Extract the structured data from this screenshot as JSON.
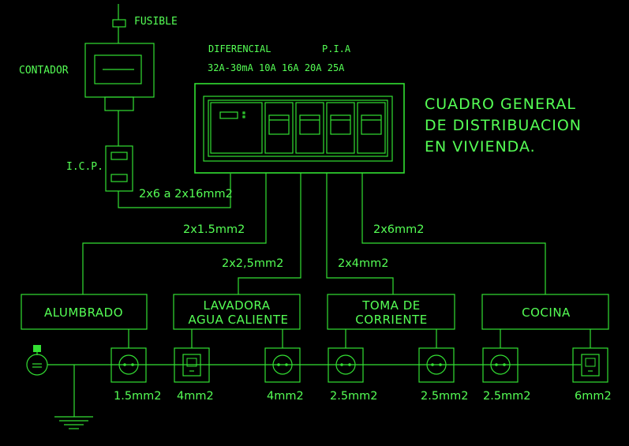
{
  "labels": {
    "fusible": "FUSIBLE",
    "contador": "CONTADOR",
    "icp": "I.C.P.",
    "diferencial": "DIFERENCIAL",
    "pia": "P.I.A",
    "ratings": "32A-30mA  10A  16A  20A  25A",
    "title_line1": "CUADRO GENERAL",
    "title_line2": "DE DISTRIBUACION",
    "title_line3": "EN VIVIENDA.",
    "main_cable": "2x6 a 2x16mm2",
    "cable_alumbrado": "2x1.5mm2",
    "cable_lavadora": "2x2,5mm2",
    "cable_toma": "2x4mm2",
    "cable_cocina": "2x6mm2"
  },
  "circuits": {
    "alumbrado": "ALUMBRADO",
    "lavadora_line1": "LAVADORA",
    "lavadora_line2": "AGUA CALIENTE",
    "toma_line1": "TOMA DE",
    "toma_line2": "CORRIENTE",
    "cocina": "COCINA"
  },
  "outlets": {
    "o1": "1.5mm2",
    "o2": "4mm2",
    "o3": "4mm2",
    "o4": "2.5mm2",
    "o5": "2.5mm2",
    "o6": "2.5mm2",
    "o7": "6mm2"
  },
  "colors": {
    "line": "#33e033",
    "text": "#55ff55",
    "background": "#000000"
  }
}
